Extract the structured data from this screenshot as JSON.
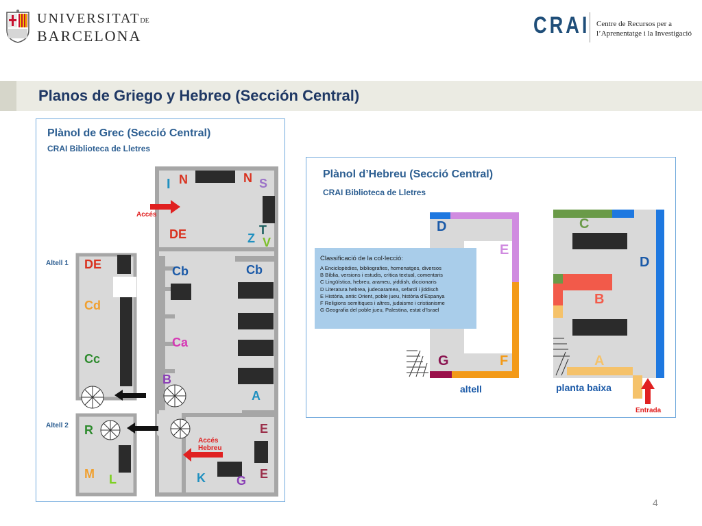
{
  "header": {
    "university_line1": "UNIVERSITAT",
    "university_line1_suffix": "DE",
    "university_line2": "BARCELONA",
    "crai_acronym": "CRAI",
    "crai_name_line1": "Centre de Recursos per a",
    "crai_name_line2": "l’Aprenentatge i la Investigació"
  },
  "slide_title": "Planos de Griego y Hebreo (Sección Central)",
  "greek_map": {
    "title": "Plànol de Grec (Secció Central)",
    "subtitle": "CRAI Biblioteca de Lletres",
    "access_label": "Accés",
    "access_hebrew_line1": "Accés",
    "access_hebrew_line2": "Hebreu",
    "mezzanine1": "Altell 1",
    "mezzanine2": "Altell 2",
    "sections": {
      "I": "I",
      "N1": "N",
      "N2": "N",
      "S": "S",
      "DE_main": "DE",
      "T": "T",
      "Z": "Z",
      "V": "V",
      "DE_alt": "DE",
      "Cb1": "Cb",
      "Cb2": "Cb",
      "Cd": "Cd",
      "Cc": "Cc",
      "Ca": "Ca",
      "B": "B",
      "A": "A",
      "R": "R",
      "E1": "E",
      "E2": "E",
      "M": "M",
      "L": "L",
      "K": "K",
      "G": "G"
    }
  },
  "hebrew_map": {
    "title": "Plànol d’Hebreu (Secció Central)",
    "subtitle": "CRAI Biblioteca de Lletres",
    "legend_heading": "Classificació de la col·lecció:",
    "legend": [
      "A  Enciclopèdies, bibliografies, homenatges, diversos",
      "B  Bíblia, versions i estudis, crítica textual, comentaris",
      "C  Lingüística, hebreu, arameu, yiddish, diccionaris",
      "D  Literatura hebrea, judeoaramea, sefardí i jiddisch",
      "E  Història, antic Orient, poble jueu, història d’Espanya",
      "F  Religions semítiques i altres, judaisme i cristianisme",
      "G  Geografia del poble jueu, Palestina, estat d’Israel"
    ],
    "sections": {
      "D1": "D",
      "E": "E",
      "G": "G",
      "F": "F",
      "C": "C",
      "D2": "D",
      "B": "B",
      "A": "A"
    },
    "upper_floor": "altell",
    "ground_floor": "planta baixa",
    "entrance": "Entrada"
  },
  "page_number": "4",
  "colors": {
    "title_blue": "#1f3864",
    "map_blue": "#2c5e91",
    "section_red": "#d9321f",
    "section_orange": "#f0a030",
    "section_green": "#2e8b2e",
    "section_purple": "#8a3fb5",
    "section_magenta": "#d639b5",
    "section_teal": "#2090c0",
    "section_darkblue": "#1b5aa8",
    "floor_grey": "#d9d9d9",
    "wall_grey": "#a6a6a6",
    "shelf_dark": "#2b2b2b"
  }
}
